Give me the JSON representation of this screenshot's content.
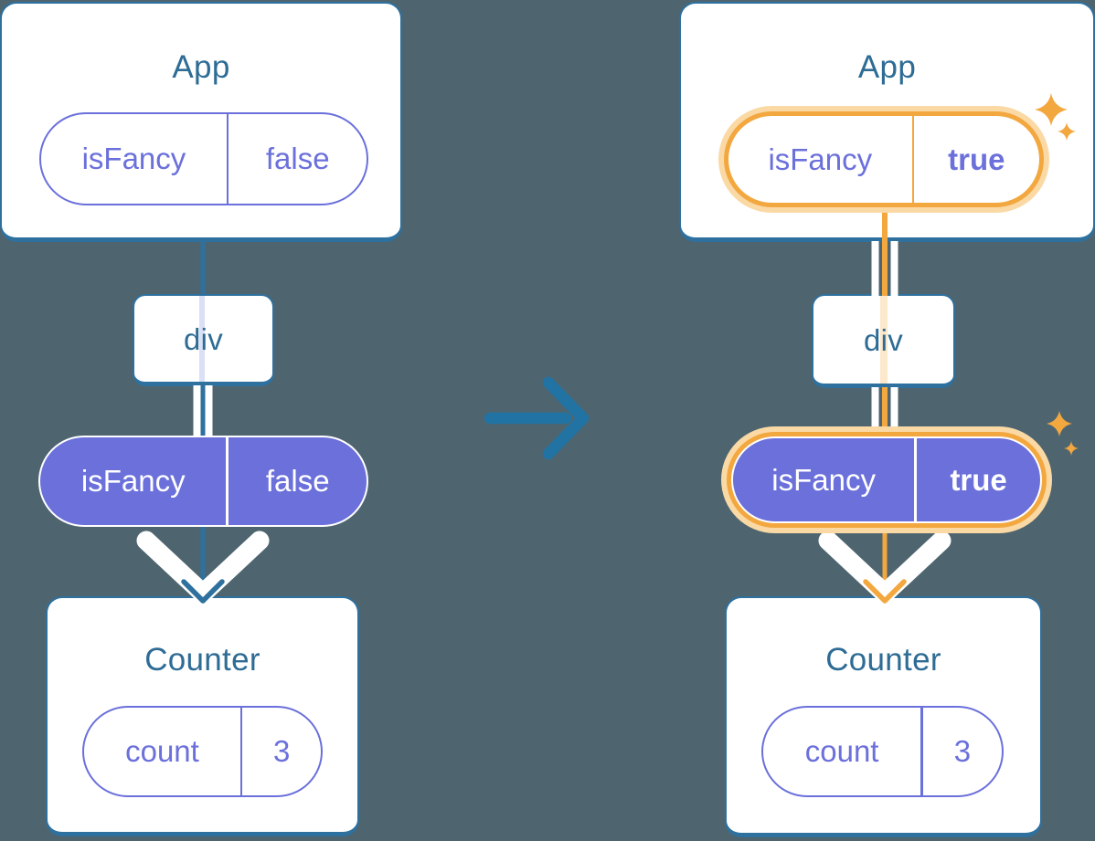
{
  "canvas": {
    "background": "#4E6570"
  },
  "colors": {
    "card_border": "#2E709E",
    "heading_text": "#2E6C95",
    "purple": "#6B70DB",
    "purple_faint_line": "#DAE0F5",
    "orange": "#F3A73F",
    "orange_halo": "#FAD9A5",
    "orange_faint_line": "#FCE8CA",
    "arrow_blue": "#2173A3",
    "white": "#FFFFFF"
  },
  "icons": {
    "transition": "arrow-right-icon",
    "highlight": "sparkles-icon",
    "flow": "chevron-down-arrow-icon"
  },
  "before": {
    "app": {
      "title": "App",
      "pill": {
        "key": "isFancy",
        "value": "false"
      }
    },
    "div": {
      "label": "div"
    },
    "prop": {
      "key": "isFancy",
      "value": "false"
    },
    "counter": {
      "title": "Counter",
      "pill": {
        "key": "count",
        "value": "3"
      }
    }
  },
  "after": {
    "app": {
      "title": "App",
      "pill": {
        "key": "isFancy",
        "value": "true"
      }
    },
    "div": {
      "label": "div"
    },
    "prop": {
      "key": "isFancy",
      "value": "true"
    },
    "counter": {
      "title": "Counter",
      "pill": {
        "key": "count",
        "value": "3"
      }
    }
  }
}
